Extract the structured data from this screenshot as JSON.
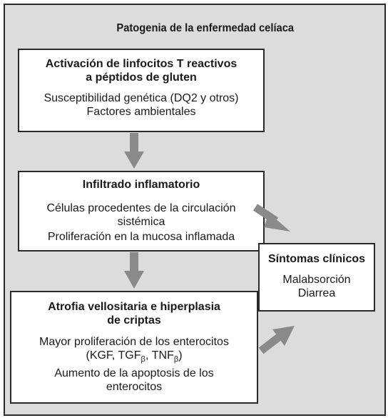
{
  "title": "Patogenia de la enfermedad celíaca",
  "boxes": {
    "activation": {
      "heading_1": "Activación de linfocitos T reactivos",
      "heading_2": "a péptidos de gluten",
      "line_1": "Susceptibilidad genética (DQ2 y otros)",
      "line_2": "Factores ambientales"
    },
    "infiltrate": {
      "heading": "Infiltrado inflamatorio",
      "line_1a": "Células procedentes de la circulación",
      "line_1b": "sistémica",
      "line_2": "Proliferación en la mucosa inflamada"
    },
    "atrophy": {
      "heading_1": "Atrofia vellositaria e hiperplasia",
      "heading_2": "de criptas",
      "line_1": "Mayor proliferación de los enterocitos",
      "line_2_open": "(KGF, TGF",
      "line_2_sub1": "β",
      "line_2_mid": ", TNF",
      "line_2_sub2": "β",
      "line_2_close": ")",
      "line_3a": "Aumento de la apoptosis de los",
      "line_3b": "enterocitos"
    },
    "symptoms": {
      "heading": "Síntomas clínicos",
      "line_1": "Malabsorción",
      "line_2": "Diarrea"
    }
  },
  "colors": {
    "panel_background": "#dcdcdc",
    "box_background": "#ffffff",
    "border": "#2a2a2a",
    "arrow": "#8a8a8a"
  }
}
